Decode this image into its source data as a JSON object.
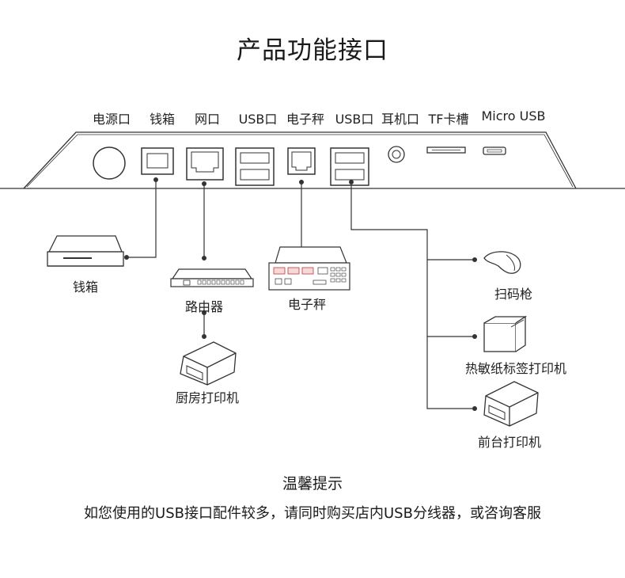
{
  "title": "产品功能接口",
  "ports": [
    {
      "label": "电源口"
    },
    {
      "label": "钱箱"
    },
    {
      "label": "网口"
    },
    {
      "label": "USB口"
    },
    {
      "label": "电子秤"
    },
    {
      "label": "USB口"
    },
    {
      "label": "耳机口"
    },
    {
      "label": "TF卡槽"
    },
    {
      "label": "Micro USB"
    }
  ],
  "devices": {
    "cash_drawer": "钱箱",
    "router": "路由器",
    "kitchen_printer": "厨房打印机",
    "scale": "电子秤",
    "scanner": "扫码枪",
    "label_printer": "热敏纸标签打印机",
    "front_printer": "前台打印机"
  },
  "tip": {
    "title": "温馨提示",
    "text": "如您使用的USB接口配件较多，请同时购买店内USB分线器，或咨询客服"
  }
}
